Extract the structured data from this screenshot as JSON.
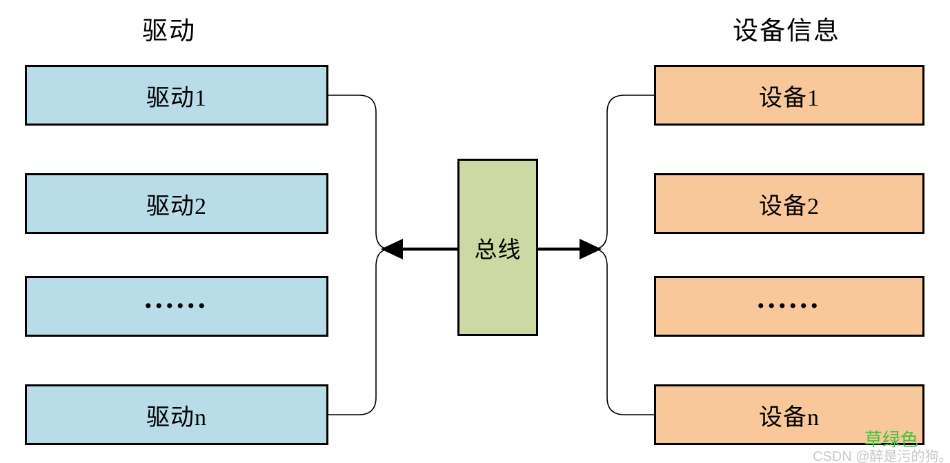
{
  "diagram": {
    "title_left": "驱动",
    "title_right": "设备信息",
    "bus_label": "总线",
    "left_column": {
      "header": "驱动",
      "fill_color": "#b8dce8",
      "items": [
        {
          "label": "驱动1"
        },
        {
          "label": "驱动2"
        },
        {
          "label": "••••••"
        },
        {
          "label": "驱动n"
        }
      ]
    },
    "right_column": {
      "header": "设备信息",
      "fill_color": "#f8c89a",
      "items": [
        {
          "label": "设备1"
        },
        {
          "label": "设备2"
        },
        {
          "label": "••••••"
        },
        {
          "label": "设备n"
        }
      ]
    },
    "bus": {
      "label": "总线",
      "fill_color": "#cdd9a3"
    },
    "arrows": {
      "left_direction": "left",
      "right_direction": "right"
    },
    "stroke_color": "#000000",
    "background_color": "#ffffff"
  },
  "watermark": {
    "green_text": "草绿色",
    "green_color": "#3ec43e",
    "gray_text": "CSDN @醉是污的狗。",
    "gray_color": "#c9c9c9"
  }
}
